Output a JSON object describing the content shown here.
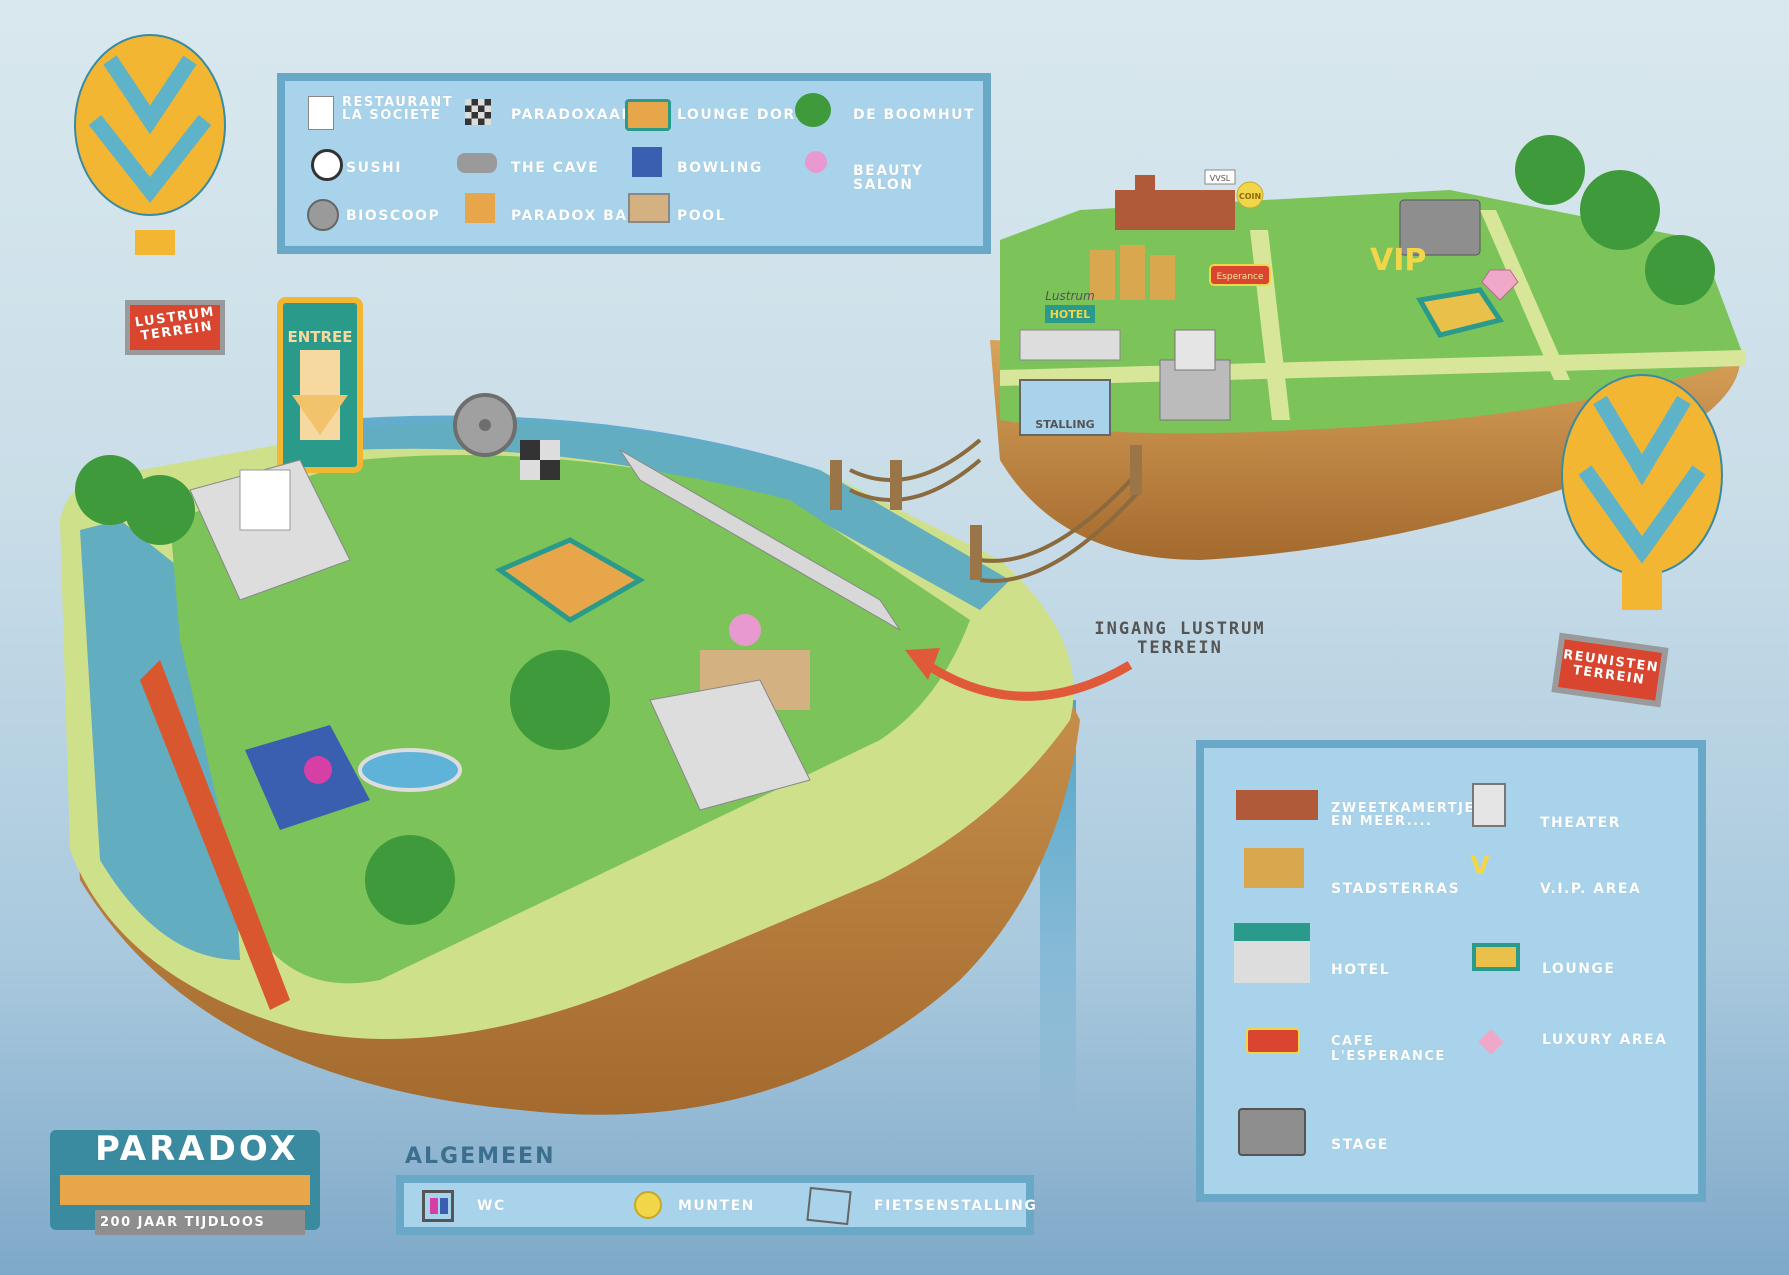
{
  "top_legend": {
    "items": [
      {
        "label": "RESTAURANT\nLA SOCIETE",
        "icon": "restaurant-menu-icon"
      },
      {
        "label": "PARADOXAAL",
        "icon": "checkered-tile-icon"
      },
      {
        "label": "LOUNGE DORP",
        "icon": "lounge-village-icon"
      },
      {
        "label": "DE BOOMHUT",
        "icon": "treehouse-icon"
      },
      {
        "label": "SUSHI",
        "icon": "sushi-icon"
      },
      {
        "label": "THE CAVE",
        "icon": "cave-icon"
      },
      {
        "label": "BOWLING",
        "icon": "bowling-icon"
      },
      {
        "label": "BEAUTY SALON",
        "icon": "beauty-salon-icon"
      },
      {
        "label": "BIOSCOOP",
        "icon": "film-reel-icon"
      },
      {
        "label": "PARADOX BAR",
        "icon": "bar-drinks-icon"
      },
      {
        "label": "POOL",
        "icon": "pool-icon"
      }
    ]
  },
  "bottom_legend": {
    "title": "ALGEMEEN",
    "items": [
      {
        "label": "WC",
        "icon": "wc-icon"
      },
      {
        "label": "MUNTEN",
        "icon": "coin-icon"
      },
      {
        "label": "FIETSENSTALLING",
        "icon": "bike-parking-icon"
      }
    ]
  },
  "right_legend": {
    "items": [
      {
        "label": "ZWEETKAMERTJE\nEN MEER....",
        "icon": "buildings-icon"
      },
      {
        "label": "THEATER",
        "icon": "theater-masks-icon"
      },
      {
        "label": "STADSTERRAS",
        "icon": "city-terrace-icon"
      },
      {
        "label": "V.I.P. AREA",
        "icon": "vip-icon"
      },
      {
        "label": "HOTEL",
        "icon": "hotel-sign-icon"
      },
      {
        "label": "LOUNGE",
        "icon": "lounge-icon"
      },
      {
        "label": "CAFE\nL'ESPERANCE",
        "icon": "cafe-sign-icon"
      },
      {
        "label": "LUXURY AREA",
        "icon": "diamond-icon"
      },
      {
        "label": "STAGE",
        "icon": "speaker-stage-icon"
      }
    ]
  },
  "callout": {
    "text": "INGANG LUSTRUM\nTERREIN"
  },
  "balloons": {
    "left_sign": "LUSTRUM\nTERREIN",
    "right_sign": "REUNISTEN\nTERREIN"
  },
  "map_signs": {
    "entree": "ENTREE",
    "stalling": "STALLING",
    "vip": "VIP",
    "hotel": "HOTEL",
    "lustrum": "Lustrum",
    "esperance": "Esperance",
    "coin": "COIN",
    "vvsl": "VVSL"
  },
  "logo": {
    "name": "PARADOX",
    "tagline": "200 JAAR TIJDLOOS"
  },
  "colors": {
    "legend_bg": "#a9d3ea",
    "legend_border": "#6aa8c8",
    "grass": "#7cc35a",
    "path": "#d8e69a",
    "earth": "#c98f45",
    "water": "#4fa3c8",
    "arrow": "#e05a3a",
    "balloon_yellow": "#f2b632",
    "balloon_teal": "#5fb3c9"
  }
}
